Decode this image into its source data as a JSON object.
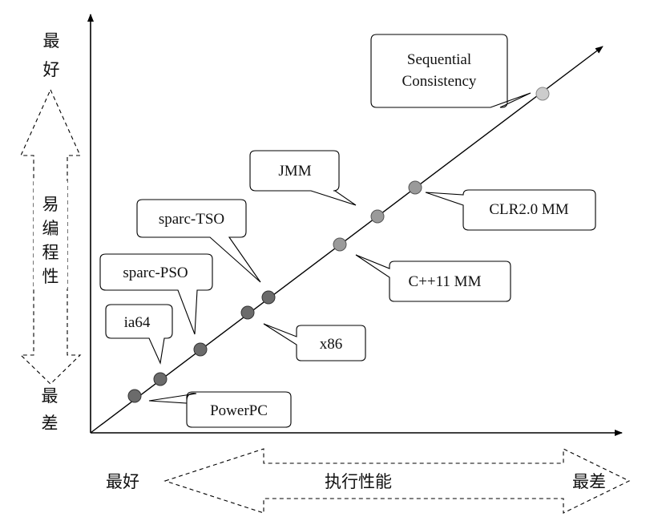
{
  "y_axis": {
    "top_label": [
      "最",
      "好"
    ],
    "middle_label": [
      "易",
      "编",
      "程",
      "性"
    ],
    "bottom_label": [
      "最",
      "差"
    ]
  },
  "x_axis": {
    "left_label": "最好",
    "middle_label": "执行性能",
    "right_label": "最差"
  },
  "models": [
    {
      "id": "powerpc",
      "label": "PowerPC",
      "shade": "#6b6b6b"
    },
    {
      "id": "ia64",
      "label": "ia64",
      "shade": "#6b6b6b"
    },
    {
      "id": "sparc-pso",
      "label": "sparc-PSO",
      "shade": "#6b6b6b"
    },
    {
      "id": "x86",
      "label": "x86",
      "shade": "#6b6b6b"
    },
    {
      "id": "sparc-tso",
      "label": "sparc-TSO",
      "shade": "#6b6b6b"
    },
    {
      "id": "cpp11",
      "label": "C++11 MM",
      "shade": "#9a9a9a"
    },
    {
      "id": "jmm",
      "label": "JMM",
      "shade": "#9a9a9a"
    },
    {
      "id": "clr",
      "label": "CLR2.0 MM",
      "shade": "#9a9a9a"
    },
    {
      "id": "sc",
      "label": [
        "Sequential",
        "Consistency"
      ],
      "shade": "#cccccc"
    }
  ]
}
